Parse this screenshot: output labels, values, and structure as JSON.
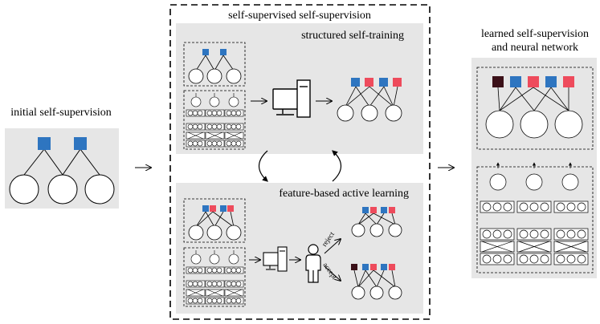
{
  "labels": {
    "initial": "initial self-supervision",
    "middle_title": "self-supervised self-supervision",
    "structured": "structured self-training",
    "active": "feature-based active learning",
    "learned_line1": "learned self-supervision",
    "learned_line2": "and neural network",
    "reject": "reject",
    "accept": "accept"
  },
  "colors": {
    "blue": "#2E75C0",
    "red": "#EE4B5C",
    "dark": "#3B1018",
    "panel": "#E6E6E6"
  },
  "icons": [
    "computer-icon",
    "person-icon",
    "arrow-icon",
    "cycle-arrows-icon"
  ]
}
